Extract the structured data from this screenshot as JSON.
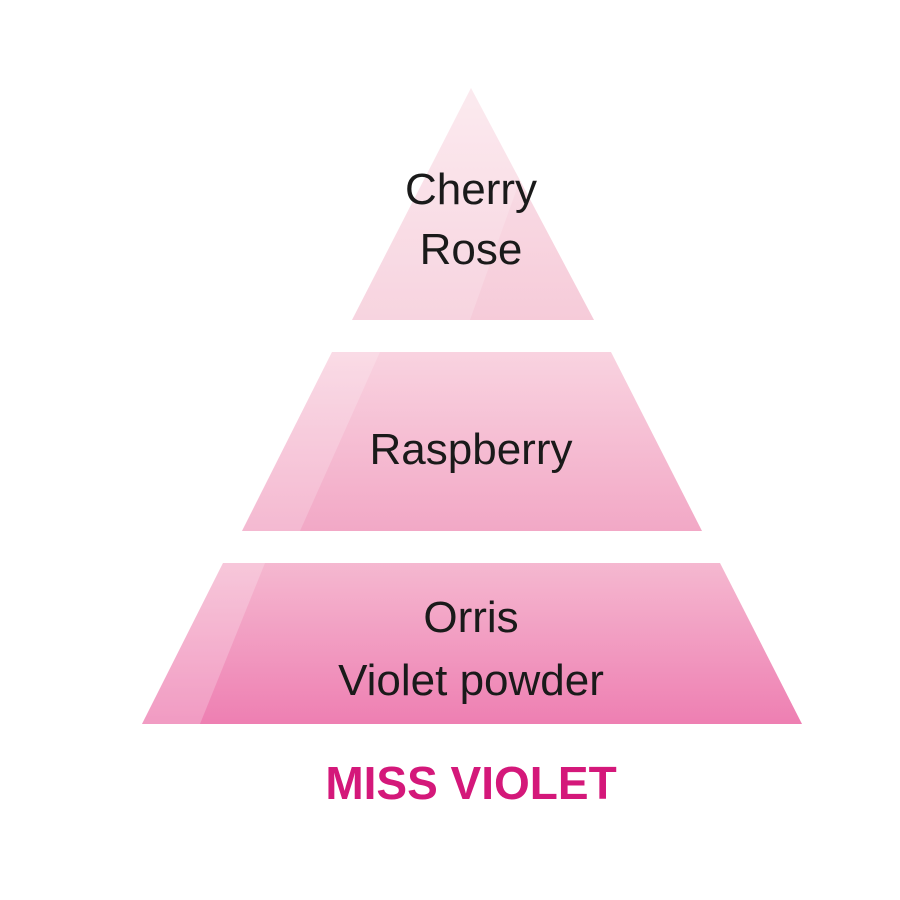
{
  "pyramid": {
    "title": "MISS VIOLET",
    "title_color": "#d4187a",
    "tiers": [
      {
        "lines": [
          "Cherry",
          "Rose"
        ],
        "color_top": "#fbe6ec",
        "color_bottom": "#f6cbd9"
      },
      {
        "lines": [
          "Raspberry"
        ],
        "color_top": "#f9d3e0",
        "color_bottom": "#f2a8c6"
      },
      {
        "lines": [
          "Orris",
          "Violet powder"
        ],
        "color_top": "#f5b8d0",
        "color_bottom": "#ee7fb2"
      }
    ]
  }
}
